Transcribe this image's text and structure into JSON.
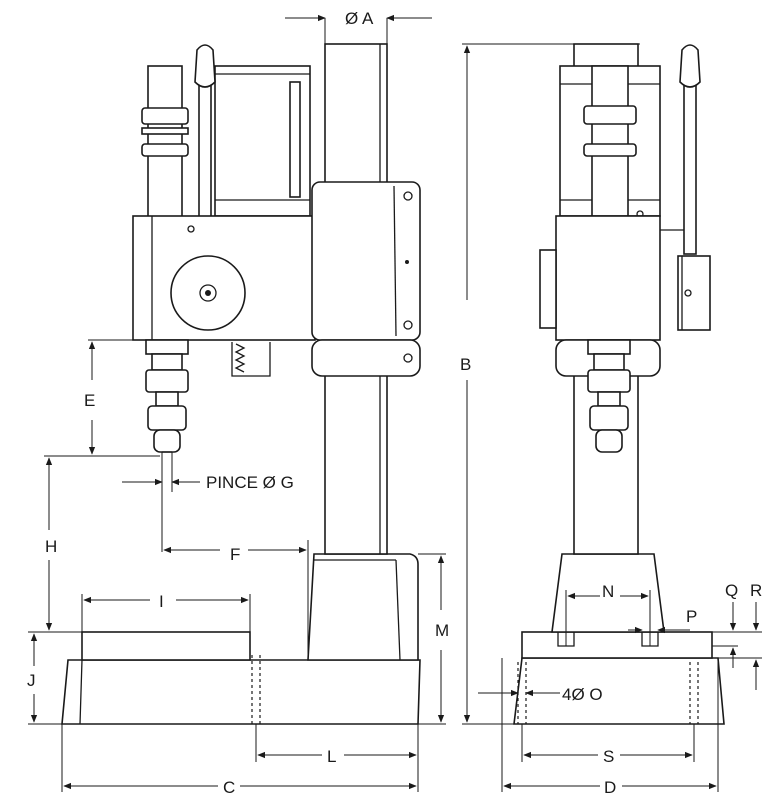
{
  "labels": {
    "dia_a": "Ø A",
    "b": "B",
    "c": "C",
    "d": "D",
    "e": "E",
    "f": "F",
    "pince": "PINCE Ø G",
    "h": "H",
    "i": "I",
    "j": "J",
    "l": "L",
    "m": "M",
    "n": "N",
    "p": "P",
    "q": "Q",
    "r": "R",
    "s": "S",
    "holes": "4Ø O"
  },
  "colors": {
    "line": "#1a1a1a",
    "background": "#ffffff"
  }
}
